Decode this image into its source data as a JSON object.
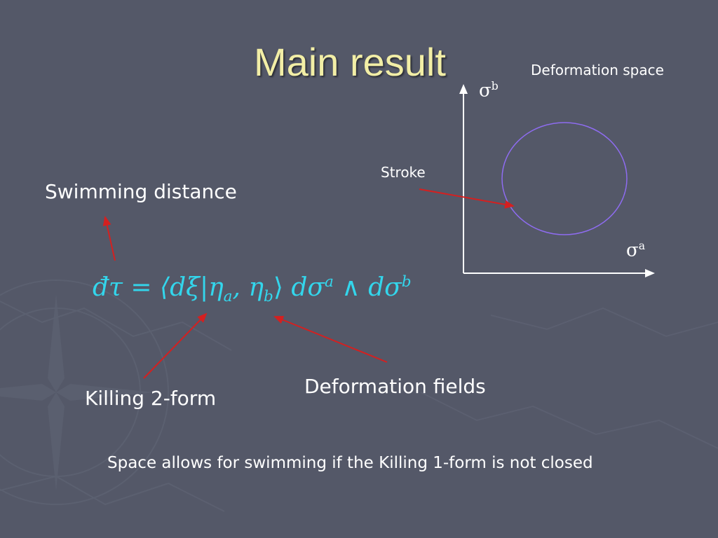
{
  "slide": {
    "title": "Main result",
    "diagram": {
      "label": "Deformation space",
      "y_axis_symbol": "σ",
      "y_axis_superscript": "b",
      "x_axis_symbol": "σ",
      "x_axis_superscript": "a",
      "curve_label": "Stroke"
    },
    "labels": {
      "swimming_distance": "Swimming distance",
      "killing_2_form": "Killing 2-form",
      "deformation_fields": "Deformation fields"
    },
    "formula": {
      "lhs": "đτ",
      "equals": " = ",
      "open": "⟨dξ|η",
      "eta_a_sub": "a",
      "comma": ", η",
      "eta_b_sub": "b",
      "close": "⟩ ",
      "d_sigma_1": "dσ",
      "sup_a": "a",
      "wedge": " ∧ ",
      "d_sigma_2": "dσ",
      "sup_b": "b"
    },
    "footer": "Space allows for swimming if the Killing 1-form is not closed"
  },
  "colors": {
    "background": "#545868",
    "title": "#f2eea6",
    "formula": "#33d6ec",
    "arrow": "#d42020",
    "stroke_curve": "#8e6cf0",
    "text": "#ffffff"
  }
}
